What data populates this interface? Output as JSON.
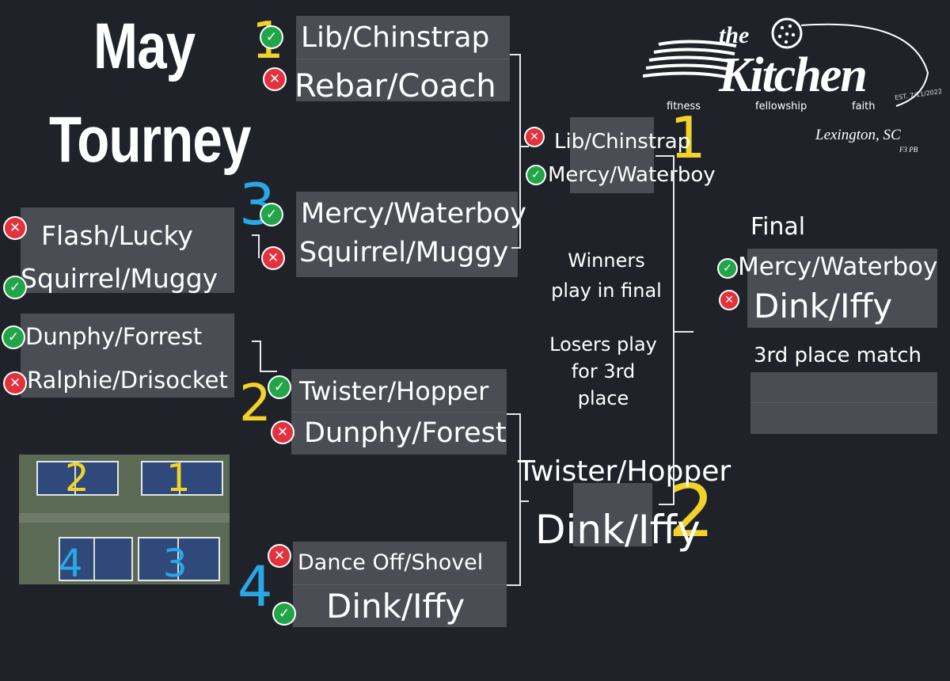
{
  "title": {
    "line1": "May",
    "line2": "Tourney"
  },
  "logo": {
    "the": "the",
    "name": "Kitchen",
    "est": "EST. 7/11/2022",
    "tagline": [
      "fitness",
      "fellowship",
      "faith"
    ],
    "location": "Lexington, SC",
    "sub": "F3 PB"
  },
  "court_photo": {
    "numbers": [
      "2",
      "1",
      "4",
      "3"
    ]
  },
  "round1": [
    {
      "top": "Flash/Lucky",
      "bottom": "Squirrel/Muggy",
      "top_result": "loss",
      "bottom_result": "win"
    },
    {
      "top": "Dunphy/Forrest",
      "bottom": "Ralphie/Drisocket",
      "top_result": "win",
      "bottom_result": "loss"
    }
  ],
  "round2": [
    {
      "court": "1",
      "top": "Lib/Chinstrap",
      "bottom": "Rebar/Coach",
      "top_result": "win",
      "bottom_result": "loss"
    },
    {
      "court": "3",
      "top": "Mercy/Waterboy",
      "bottom": "Squirrel/Muggy",
      "top_result": "win",
      "bottom_result": "loss"
    },
    {
      "court": "2",
      "top": "Twister/Hopper",
      "bottom": "Dunphy/Forest",
      "top_result": "win",
      "bottom_result": "loss"
    },
    {
      "court": "4",
      "top": "Dance Off/Shovel",
      "bottom": "Dink/Iffy",
      "top_result": "loss",
      "bottom_result": "win"
    }
  ],
  "semis": [
    {
      "court": "1",
      "top": "Lib/Chinstrap",
      "bottom": "Mercy/Waterboy",
      "top_result": "loss",
      "bottom_result": "win"
    },
    {
      "court": "2",
      "top": "Twister/Hopper",
      "bottom": "Dink/Iffy"
    }
  ],
  "notes": {
    "winners": [
      "Winners",
      "play in final"
    ],
    "losers": [
      "Losers play",
      "for 3rd",
      "place"
    ]
  },
  "final": {
    "label": "Final",
    "top": "Mercy/Waterboy",
    "bottom": "Dink/Iffy",
    "top_result": "win",
    "bottom_result": "loss"
  },
  "third_place": {
    "label": "3rd place match"
  },
  "icons": {
    "win": "check-circle-icon",
    "loss": "x-circle-icon"
  },
  "colors": {
    "background": "#1f2329",
    "win": "#22a448",
    "loss": "#e2323e",
    "court_yellow": "#f3d22a",
    "court_blue": "#29a8e8"
  }
}
